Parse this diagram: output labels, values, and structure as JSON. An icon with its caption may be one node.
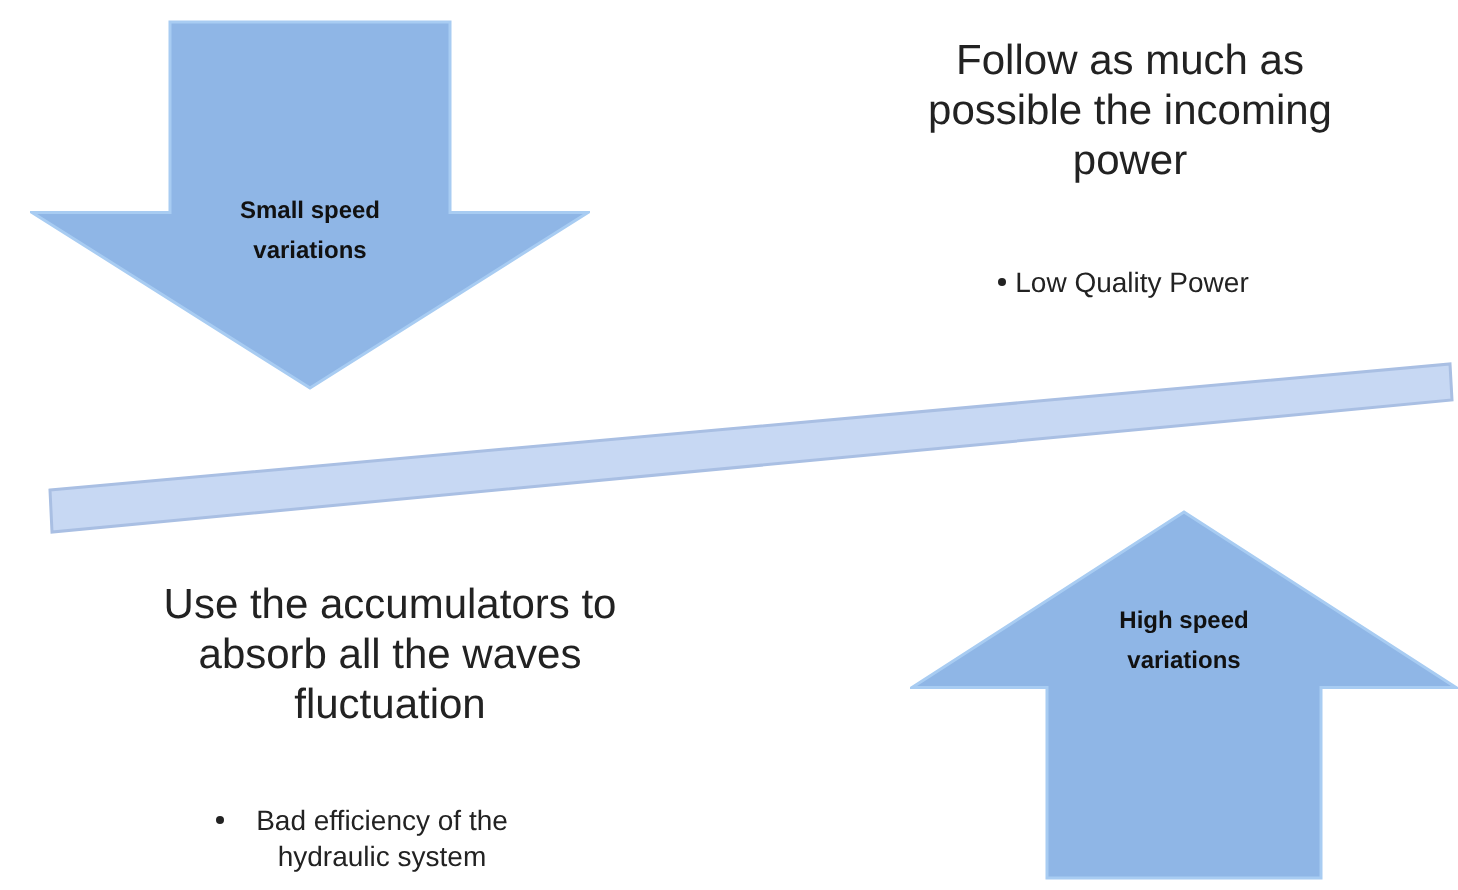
{
  "diagram": {
    "nodes": [
      {
        "text": [
          "Small speed variations"
        ]
      },
      {
        "text": [],
        "shape": "bar"
      },
      {
        "text": [
          "High speed variations"
        ]
      }
    ],
    "labels": [
      "Follow as much as possible the incoming power",
      "Low Quality Power",
      "Use the accumulators to absorb all the waves fluctuation",
      "Bad efficiency of the hydraulic system"
    ]
  }
}
